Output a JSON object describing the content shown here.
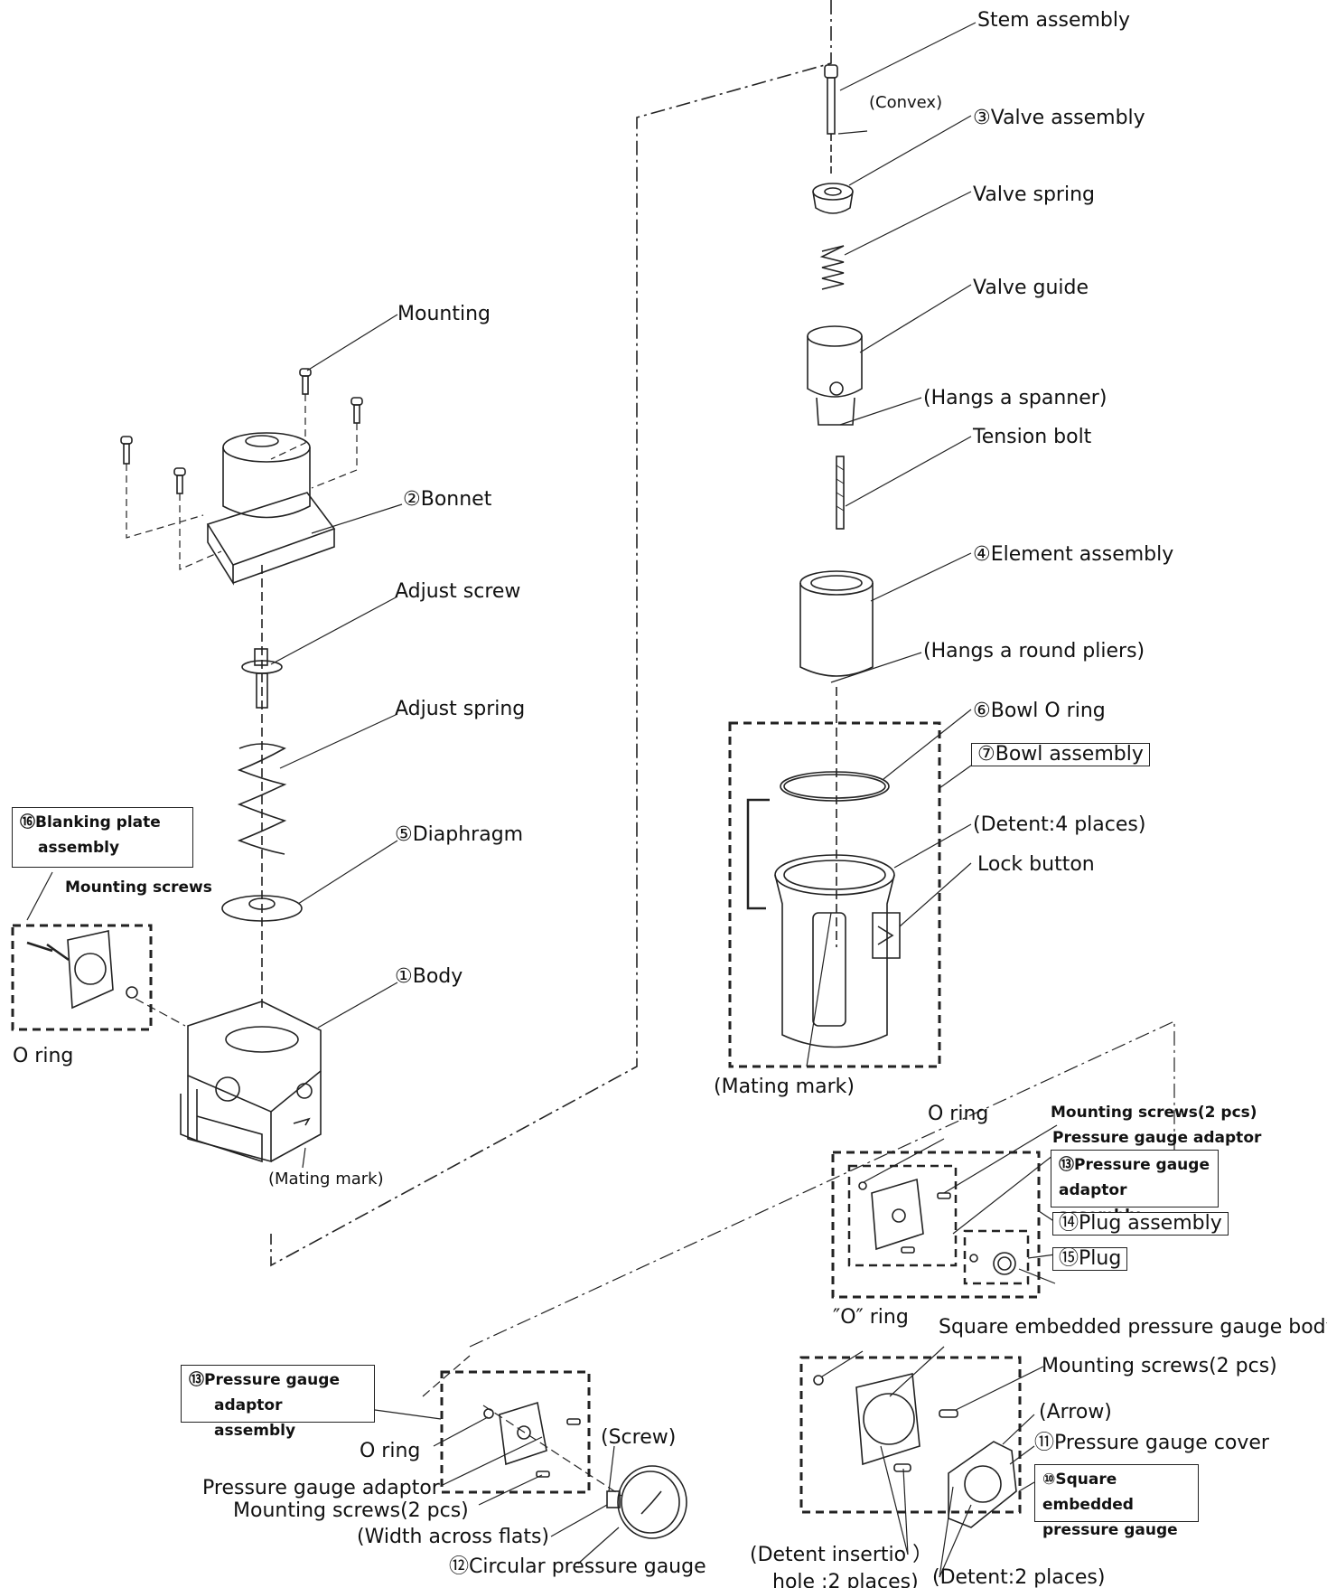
{
  "labels": {
    "stem_assembly": "Stem assembly",
    "convex": "(Convex)",
    "valve_assembly": "③Valve assembly",
    "valve_spring": "Valve spring",
    "valve_guide": "Valve guide",
    "hangs_spanner": "(Hangs a spanner)",
    "tension_bolt": "Tension bolt",
    "element_assembly": "④Element assembly",
    "hangs_round_pliers": "(Hangs a round pliers)",
    "bowl_o_ring": "⑥Bowl O ring",
    "bowl_assembly": "⑦Bowl assembly",
    "detent_4": "(Detent:4 places)",
    "lock_button": "Lock button",
    "mating_mark_bowl": "(Mating mark)",
    "mounting": "Mounting",
    "bonnet": "②Bonnet",
    "adjust_screw": "Adjust screw",
    "adjust_spring": "Adjust spring",
    "diaphragm": "⑤Diaphragm",
    "body": "①Body",
    "blanking_plate_line1": "⑯Blanking plate",
    "blanking_plate_line2": "assembly",
    "mounting_screws_blank": "Mounting screws",
    "o_ring_blank": "O ring",
    "mating_mark_body": "(Mating mark)",
    "o_ring_adaptor": "O ring",
    "mounting_screws_2pcs_bold": "Mounting screws(2 pcs)",
    "pressure_gauge_adaptor_bold": "Pressure gauge adaptor",
    "pg_adaptor_assembly_r1": "⑬Pressure gauge",
    "pg_adaptor_assembly_r2": "adaptor assembly",
    "plug_assembly": "⑭Plug assembly",
    "plug": "⑮Plug",
    "o_ring_quoted": "″O″ ring",
    "square_gauge_body": "Square embedded pressure gauge body",
    "mounting_screws_2pcs_sq": "Mounting screws(2 pcs)",
    "arrow": "(Arrow)",
    "pg_cover": "⑪Pressure gauge cover",
    "square_gauge_l1": "⑩Square embedded",
    "square_gauge_l2": "pressure gauge",
    "detent_insertion_l1": "(Detent insertio ）",
    "detent_insertion_l2": "hole :2 places)",
    "detent_2": "(Detent:2 places)",
    "pg_adaptor_assembly_l1": "⑬Pressure gauge",
    "pg_adaptor_assembly_l2": "adaptor assembly",
    "o_ring_left": "O ring",
    "screw": "(Screw)",
    "pressure_gauge_adaptor_left": "Pressure gauge adaptor",
    "mounting_screws_2pcs_left": "Mounting screws(2 pcs)",
    "width_across_flats": "(Width across flats)",
    "circular_gauge": "⑫Circular pressure gauge"
  }
}
